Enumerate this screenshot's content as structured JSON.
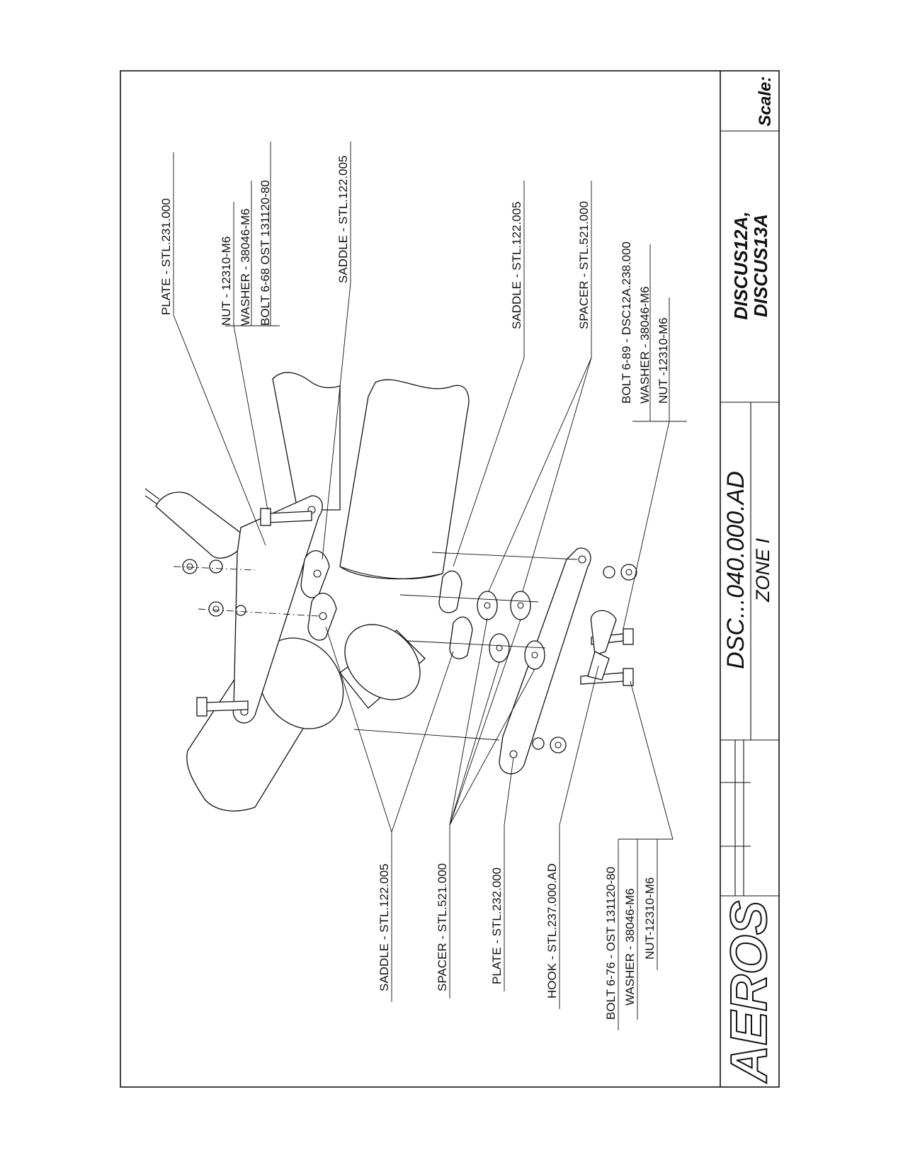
{
  "title_block": {
    "logo": "AEROS",
    "drawing_number": "DSC...040.000.AD",
    "zone": "ZONE I",
    "model_line1": "DISCUS12A,",
    "model_line2": "DISCUS13A",
    "scale_label": "Scale:"
  },
  "labels_top": {
    "plate": "PLATE - STL.231.000",
    "nut": "NUT - 12310-M6",
    "washer": "WASHER - 38046-M6",
    "bolt": "BOLT 6-68 OST 131120-80",
    "saddle": "SADDLE - STL.122.005",
    "saddle2": "SADDLE - STL.122.005",
    "spacer": "SPACER - STL.521.000",
    "bolt2": "BOLT 6-89 - DSC12A.238.000",
    "washer2": "WASHER - 38046-M6",
    "nut2": "NUT -12310-M6"
  },
  "labels_bottom": {
    "saddle": "SADDLE - STL.122.005",
    "spacer": "SPACER - STL.521.000",
    "plate": "PLATE - STL.232.000",
    "hook": "HOOK - STL.237.000.AD",
    "bolt": "BOLT 6-76 - OST 131120-80",
    "washer": "WASHER - 38046-M6",
    "nut": "NUT-12310-M6"
  },
  "icons": [
    "aeros-logo"
  ]
}
